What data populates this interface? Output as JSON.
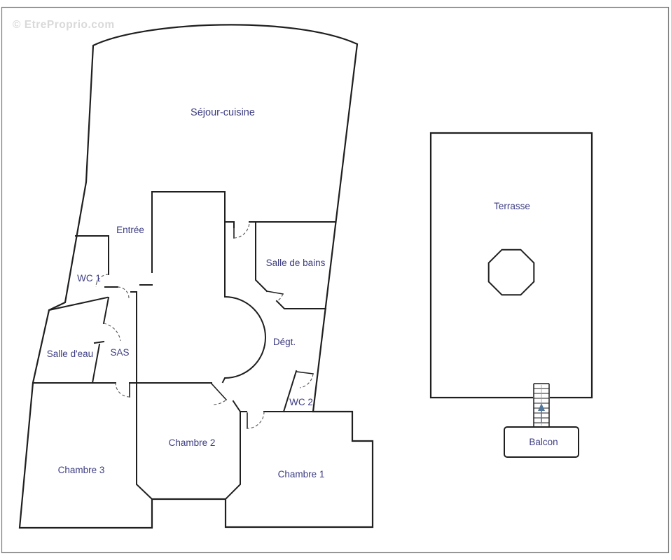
{
  "watermark": {
    "text": "© EtreProprio.com"
  },
  "rooms": {
    "sejour": "Séjour-cuisine",
    "entree": "Entrée",
    "wc1": "WC 1",
    "salle_eau": "Salle d'eau",
    "sas": "SAS",
    "salle_de_bains": "Salle de bains",
    "degt": "Dégt.",
    "wc2": "WC 2",
    "chambre1": "Chambre 1",
    "chambre2": "Chambre 2",
    "chambre3": "Chambre 3",
    "terrasse": "Terrasse",
    "balcon": "Balcon"
  },
  "colors": {
    "wall-color": "#1f1f1f",
    "label-color": "#3c3c82",
    "watermark-color": "#d9d9d9",
    "arrow-color": "#52779b",
    "frame-color": "#7d7d7d"
  }
}
